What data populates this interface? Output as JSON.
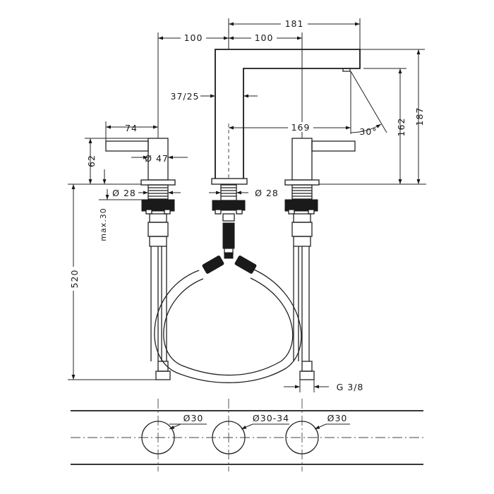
{
  "dimensions": {
    "left_spacing": "100",
    "right_spacing": "100",
    "spout_reach": "181",
    "tube_diameter": "37/25",
    "spout_projection": "169",
    "spout_angle": "30°",
    "outlet_height": "162",
    "total_height": "187",
    "lever_length": "74",
    "handle_height": "62",
    "handle_diameter": "Ø 47",
    "shank_diameter_left": "Ø 28",
    "shank_diameter_center": "Ø 28",
    "max_deck_thickness": "max.30",
    "hose_length": "520",
    "connection_thread": "G 3/8"
  },
  "deck_holes": {
    "left": "Ø30",
    "center": "Ø30-34",
    "right": "Ø30"
  },
  "colors": {
    "line": "#1a1a1a",
    "background": "#ffffff"
  }
}
